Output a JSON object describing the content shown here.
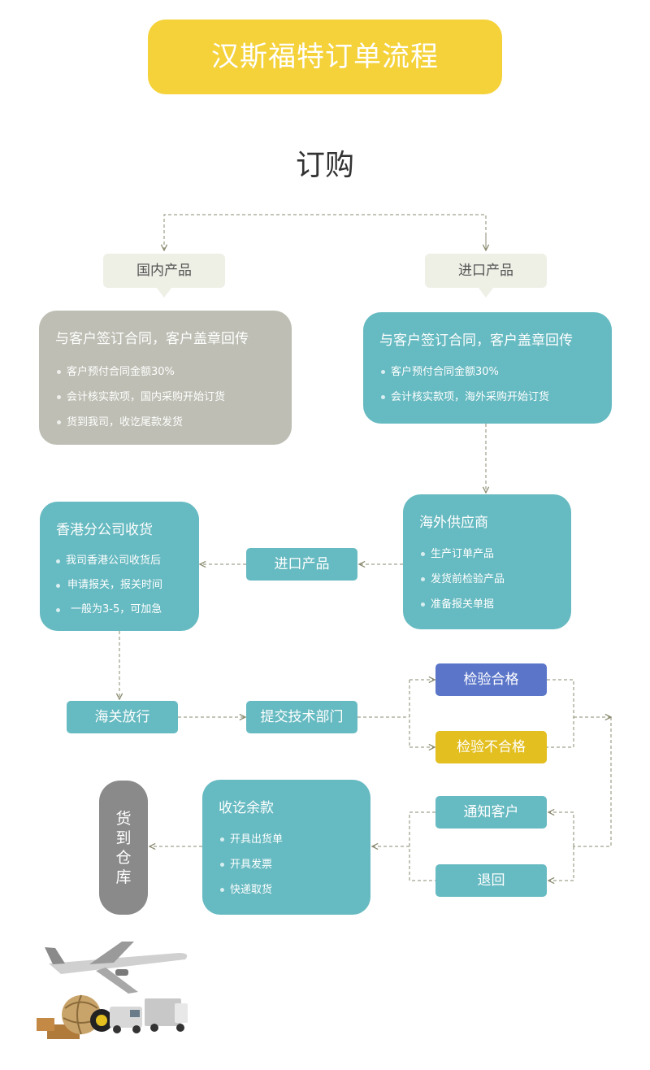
{
  "banner": {
    "title": "汉斯福特订单流程"
  },
  "section": {
    "title": "订购"
  },
  "tags": {
    "domestic": "国内产品",
    "imported": "进口产品"
  },
  "domestic_card": {
    "title": "与客户签订合同，客户盖章回传",
    "items": [
      "客户预付合同金额30%",
      "会计核实款项，国内采购开始订货",
      "货到我司，收讫尾款发货"
    ]
  },
  "import_card": {
    "title": "与客户签订合同，客户盖章回传",
    "items": [
      "客户预付合同金额30%",
      "会计核实款项，海外采购开始订货"
    ]
  },
  "supplier_card": {
    "title": "海外供应商",
    "items": [
      "生产订单产品",
      "发货前检验产品",
      "准备报关单据"
    ]
  },
  "hk_card": {
    "title": "香港分公司收货",
    "lines": [
      "我司香港公司收货后",
      "申请报关，报关时间",
      "一般为3-5，可加急"
    ]
  },
  "pills": {
    "import_product": "进口产品",
    "customs": "海关放行",
    "tech_dept": "提交技术部门",
    "pass": "检验合格",
    "fail": "检验不合格",
    "notify": "通知客户",
    "return": "退回"
  },
  "balance_card": {
    "title": "收讫余款",
    "items": [
      "开具出货单",
      "开具发票",
      "快递取货"
    ]
  },
  "warehouse": {
    "label": "货到仓库"
  },
  "colors": {
    "banner": "#f5d23a",
    "teal": "#66bac1",
    "gray_card": "#bebeb4",
    "pass": "#5b76c9",
    "fail": "#e3bf20",
    "warehouse": "#8a8a8a",
    "connector": "#8a8a70"
  },
  "icons": {
    "illustration": "airplane-truck-globe-icon"
  }
}
